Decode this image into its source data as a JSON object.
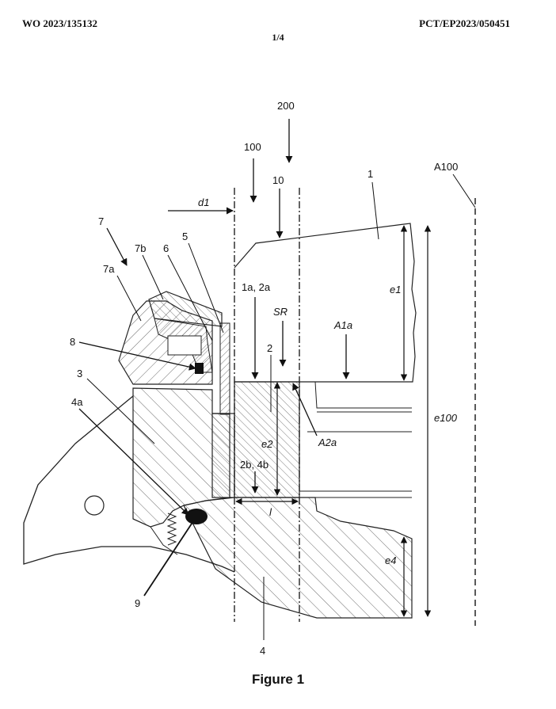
{
  "header": {
    "publication_number": "WO 2023/135132",
    "application_number": "PCT/EP2023/050451",
    "sheet": "1/4"
  },
  "figure": {
    "caption": "Figure 1",
    "labels": {
      "l200": "200",
      "l100": "100",
      "l10": "10",
      "l1": "1",
      "lA100": "A100",
      "ld1": "d1",
      "l7": "7",
      "l7b": "7b",
      "l6": "6",
      "l5": "5",
      "l7a": "7a",
      "l1a2a": "1a, 2a",
      "lSR": "SR",
      "lA1a": "A1a",
      "le1": "e1",
      "l8": "8",
      "l2": "2",
      "l3": "3",
      "l4a": "4a",
      "le2": "e2",
      "lA2a": "A2a",
      "le100": "e100",
      "l2b4b": "2b, 4b",
      "ll": "l",
      "le4": "e4",
      "l9": "9",
      "l4": "4"
    }
  }
}
